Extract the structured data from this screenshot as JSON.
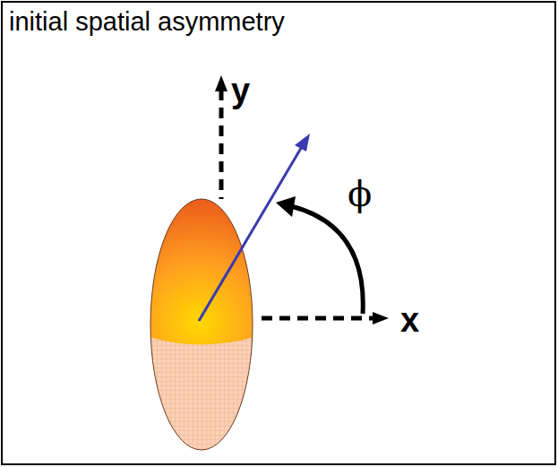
{
  "diagram": {
    "title": "initial spatial asymmetry",
    "labels": [
      "y",
      "x",
      "ϕ"
    ]
  }
}
